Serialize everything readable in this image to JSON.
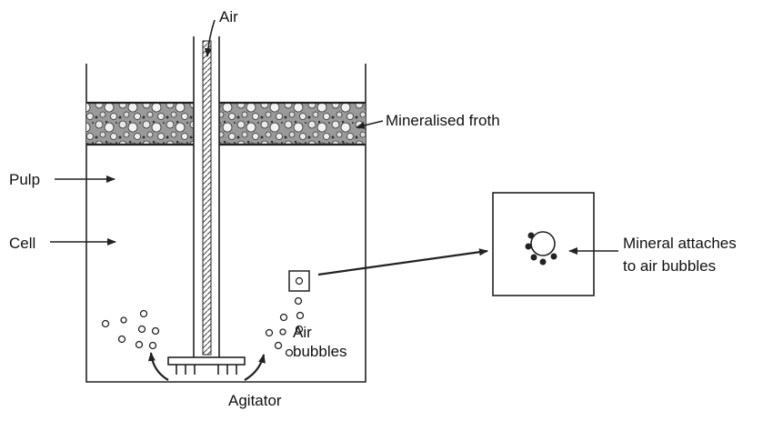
{
  "labels": {
    "air_top": "Air",
    "froth": "Mineralised froth",
    "pulp": "Pulp",
    "cell": "Cell",
    "bubbles_line1": "Air",
    "bubbles_line2": "bubbles",
    "agitator": "Agitator",
    "mineral_line1": "Mineral attaches",
    "mineral_line2": "to air bubbles"
  },
  "colors": {
    "ink": "#222222",
    "froth_fill": "#8a8a8a",
    "background": "#ffffff"
  }
}
